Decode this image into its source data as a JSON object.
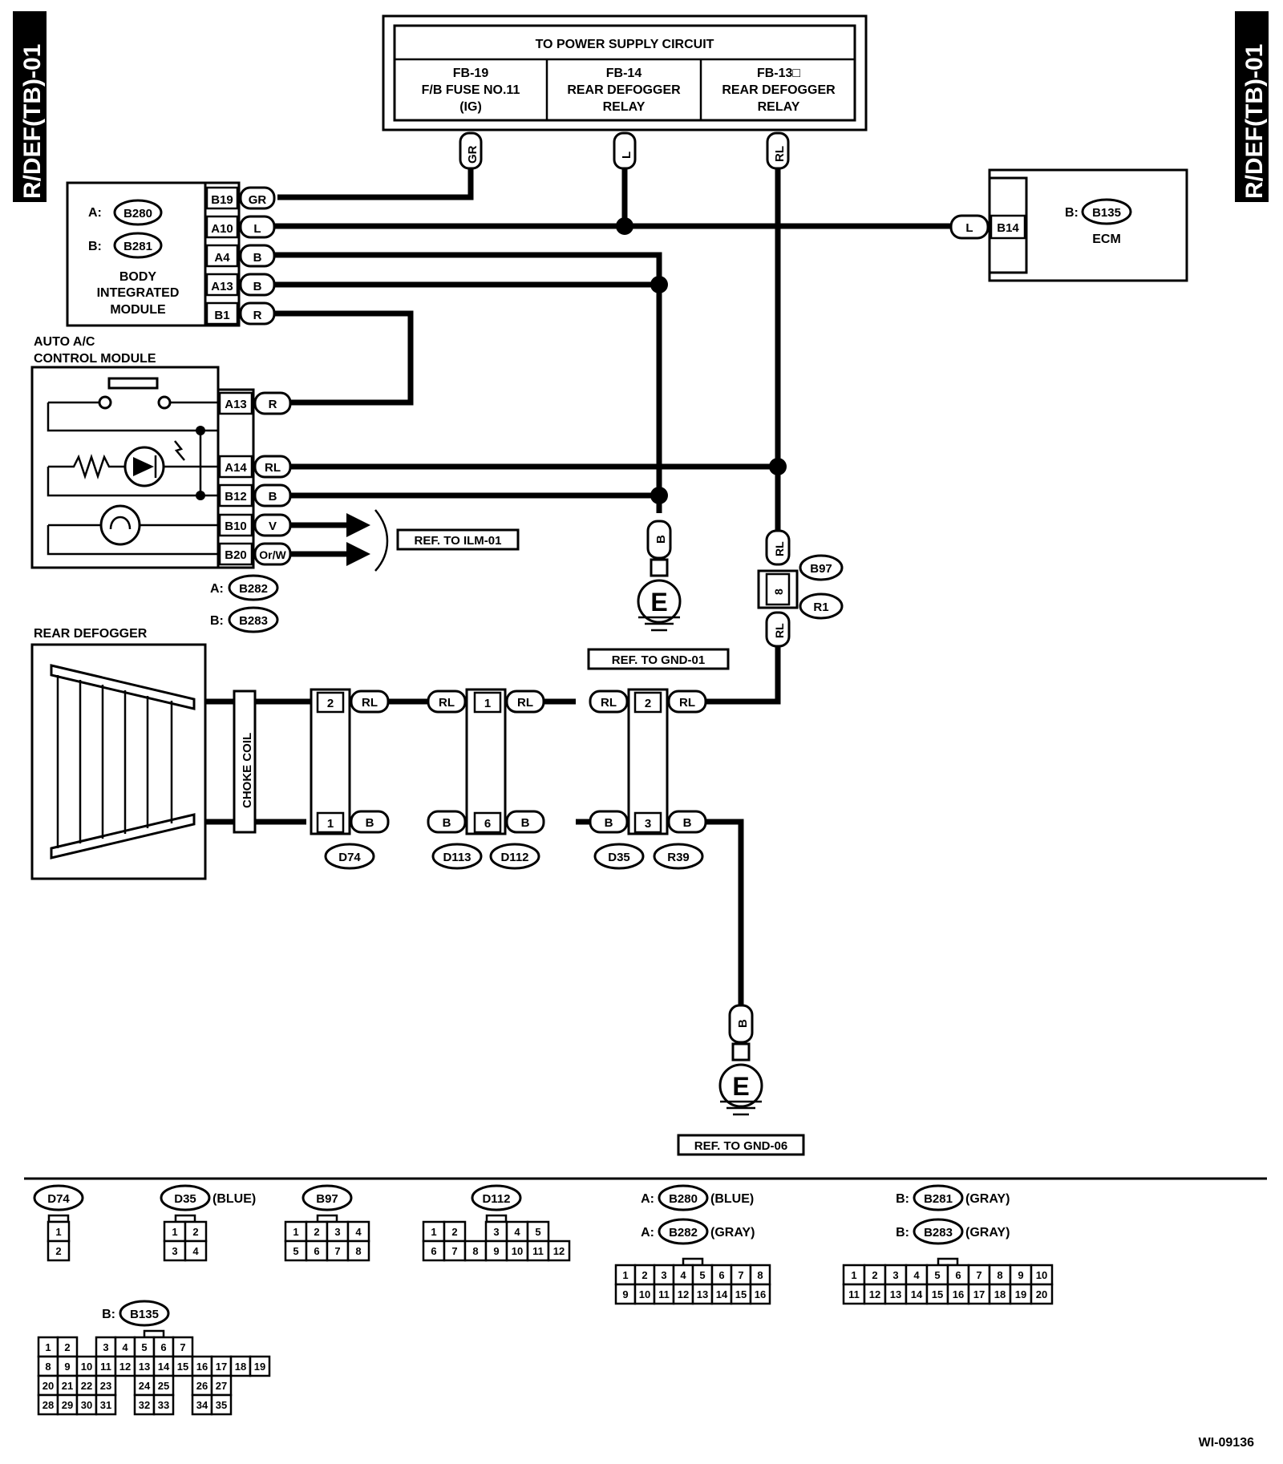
{
  "page_code": "R/DEF(TB)-01",
  "figure_id": "WI-09136",
  "power_supply": {
    "title": "TO POWER SUPPLY CIRCUIT",
    "fuses": [
      {
        "code": "FB-19",
        "name": "F/B FUSE NO.11",
        "sub": "(IG)",
        "wire": "GR"
      },
      {
        "code": "FB-14",
        "name": "REAR DEFOGGER",
        "sub": "RELAY",
        "wire": "L"
      },
      {
        "code": "FB-13□",
        "name": "REAR DEFOGGER",
        "sub": "RELAY",
        "wire": "RL"
      }
    ]
  },
  "bim": {
    "conn_a_prefix": "A:",
    "conn_a": "B280",
    "conn_b_prefix": "B:",
    "conn_b": "B281",
    "name_lines": [
      "BODY",
      "INTEGRATED",
      "MODULE"
    ],
    "pins": [
      {
        "pin": "B19",
        "wire": "GR"
      },
      {
        "pin": "A10",
        "wire": "L"
      },
      {
        "pin": "A4",
        "wire": "B"
      },
      {
        "pin": "A13",
        "wire": "B"
      },
      {
        "pin": "B1",
        "wire": "R"
      }
    ]
  },
  "ecm": {
    "conn_prefix": "B:",
    "conn": "B135",
    "name": "ECM",
    "pin": "B14",
    "wire": "L"
  },
  "ac_module": {
    "title_lines": [
      "AUTO A/C",
      "CONTROL MODULE"
    ],
    "pins": [
      {
        "pin": "A13",
        "wire": "R"
      },
      {
        "pin": "A14",
        "wire": "RL"
      },
      {
        "pin": "B12",
        "wire": "B"
      },
      {
        "pin": "B10",
        "wire": "V"
      },
      {
        "pin": "B20",
        "wire": "Or/W"
      }
    ],
    "conn_a_prefix": "A:",
    "conn_a": "B282",
    "conn_b_prefix": "B:",
    "conn_b": "B283",
    "ref": "REF. TO ILM-01"
  },
  "ground_1": {
    "wire": "B",
    "symbol": "E",
    "ref": "REF. TO GND-01"
  },
  "ground_2": {
    "wire": "B",
    "symbol": "E",
    "ref": "REF. TO GND-06"
  },
  "b97_conn": {
    "wire_top": "RL",
    "wire_bottom": "RL",
    "pin": "8",
    "label_1": "B97",
    "label_2": "R1"
  },
  "rear_defogger": {
    "title": "REAR DEFOGGER",
    "choke": "CHOKE COIL"
  },
  "connectors_row": {
    "c1": {
      "pin_top": "2",
      "pin_bottom": "1",
      "label": "D74"
    },
    "c2": {
      "pin_top": "1",
      "pin_bottom": "6",
      "label_left": "D113",
      "label_right": "D112"
    },
    "c3": {
      "pin_top": "2",
      "pin_bottom": "3",
      "label_left": "D35",
      "label_right": "R39"
    },
    "wire_top": "RL",
    "wire_bottom": "B"
  },
  "connector_views": [
    {
      "label": "D74",
      "prefix": "",
      "suffix": "",
      "rows": [
        [
          "1"
        ],
        [
          "2"
        ]
      ]
    },
    {
      "label": "D35",
      "prefix": "",
      "suffix": "(BLUE)",
      "rows": [
        [
          "1",
          "2"
        ],
        [
          "3",
          "4"
        ]
      ]
    },
    {
      "label": "B97",
      "prefix": "",
      "suffix": "",
      "rows": [
        [
          "1",
          "2",
          "3",
          "4"
        ],
        [
          "5",
          "6",
          "7",
          "8"
        ]
      ]
    },
    {
      "label": "D112",
      "prefix": "",
      "suffix": "",
      "rows": [
        [
          "1",
          "2",
          "",
          "3",
          "4",
          "5"
        ],
        [
          "6",
          "7",
          "8",
          "9",
          "10",
          "11",
          "12"
        ]
      ]
    },
    {
      "label": "B280",
      "prefix": "A:",
      "suffix": "(BLUE)",
      "label2": "B282",
      "prefix2": "A:",
      "suffix2": "(GRAY)",
      "rows": [
        [
          "1",
          "2",
          "3",
          "4",
          "5",
          "6",
          "7",
          "8"
        ],
        [
          "9",
          "10",
          "11",
          "12",
          "13",
          "14",
          "15",
          "16"
        ]
      ]
    },
    {
      "label": "B281",
      "prefix": "B:",
      "suffix": "(GRAY)",
      "label2": "B283",
      "prefix2": "B:",
      "suffix2": "(GRAY)",
      "rows": [
        [
          "1",
          "2",
          "3",
          "4",
          "5",
          "6",
          "7",
          "8",
          "9",
          "10"
        ],
        [
          "11",
          "12",
          "13",
          "14",
          "15",
          "16",
          "17",
          "18",
          "19",
          "20"
        ]
      ]
    },
    {
      "label": "B135",
      "prefix": "B:",
      "suffix": "",
      "rows": [
        [
          "1",
          "2",
          "",
          "3",
          "4",
          "5",
          "6",
          "7"
        ],
        [
          "8",
          "9",
          "10",
          "11",
          "12",
          "13",
          "14",
          "15",
          "16",
          "17",
          "18",
          "19"
        ],
        [
          "20",
          "21",
          "22",
          "23",
          "",
          "24",
          "25",
          "",
          "26",
          "27"
        ],
        [
          "28",
          "29",
          "30",
          "31",
          "",
          "32",
          "33",
          "",
          "34",
          "35"
        ]
      ]
    }
  ]
}
